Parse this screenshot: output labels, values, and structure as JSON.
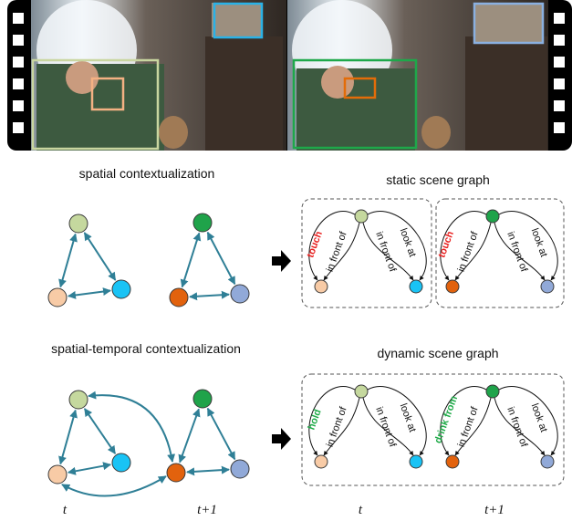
{
  "captions": {
    "spatial": "spatial contextualization",
    "static": "static scene graph",
    "spatial_temporal": "spatial-temporal contextualization",
    "dynamic": "dynamic scene graph"
  },
  "time_labels": {
    "t": "t",
    "t1": "t+1"
  },
  "relations": {
    "in_front_of": "in front of",
    "look_at": "look at",
    "touch": "touch",
    "hold": "hold",
    "drink_from": "drink from"
  },
  "colors": {
    "edge": "#2f7f96",
    "person_t": "#c5d89e",
    "person_t1": "#1fa34a",
    "cup_t": "#f8cba6",
    "cup_t1": "#e2620d",
    "tv_t": "#19c3f5",
    "tv_t1": "#91a9d8",
    "attention": "#e8201f",
    "contact": "#1faa48",
    "box_person_t": "#c9d6a0",
    "box_cup_t": "#f4b183",
    "box_tv_t": "#2ab2e7",
    "box_person_t1": "#1ea84a",
    "box_cup_t1": "#e36c09",
    "box_tv_t1": "#8ab0e0"
  },
  "icons": [
    "film-strip-icon",
    "arrow-right-icon"
  ]
}
